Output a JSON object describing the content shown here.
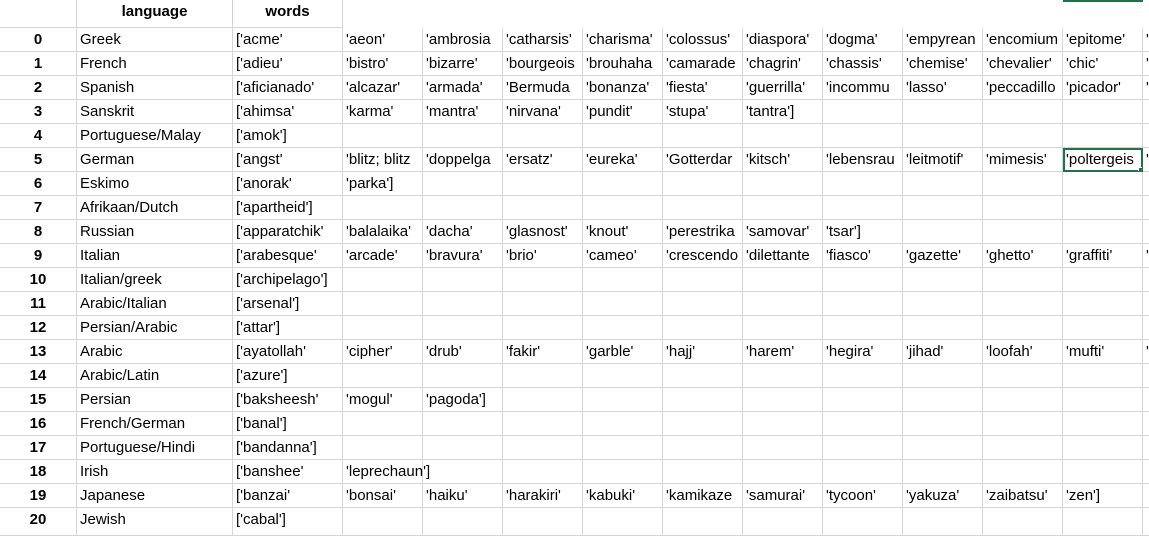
{
  "sheet": {
    "headers": [
      "",
      "language",
      "words"
    ],
    "rows": [
      {
        "n": "0",
        "lang": "Greek",
        "w": [
          "['acme'",
          "'aeon'",
          "'ambrosia",
          "'catharsis'",
          "'charisma'",
          "'colossus'",
          "'diaspora'",
          "'dogma'",
          "'empyrean",
          "'encomium",
          "'epitome'",
          "'"
        ]
      },
      {
        "n": "1",
        "lang": "French",
        "w": [
          "['adieu'",
          "'bistro'",
          "'bizarre'",
          "'bourgeois",
          "'brouhaha",
          "'camarade",
          "'chagrin'",
          "'chassis'",
          "'chemise'",
          "'chevalier'",
          "'chic'",
          "'"
        ]
      },
      {
        "n": "2",
        "lang": "Spanish",
        "w": [
          "['aficianado'",
          "'alcazar'",
          "'armada'",
          "'Bermuda",
          "'bonanza'",
          "'fiesta'",
          "'guerrilla'",
          "'incommu",
          "'lasso'",
          "'peccadillo",
          "'picador'",
          "'"
        ]
      },
      {
        "n": "3",
        "lang": "Sanskrit",
        "w": [
          "['ahimsa'",
          "'karma'",
          "'mantra'",
          "'nirvana'",
          "'pundit'",
          "'stupa'",
          "'tantra']",
          "",
          "",
          "",
          "",
          ""
        ]
      },
      {
        "n": "4",
        "lang": "Portuguese/Malay",
        "w": [
          "['amok']",
          "",
          "",
          "",
          "",
          "",
          "",
          "",
          "",
          "",
          "",
          ""
        ]
      },
      {
        "n": "5",
        "lang": "German",
        "w": [
          "['angst'",
          "'blitz; blitz",
          "'doppelga",
          "'ersatz'",
          "'eureka'",
          "'Gotterdar",
          "'kitsch'",
          "'lebensrau",
          "'leitmotif'",
          "'mimesis'",
          "'poltergeis",
          "'"
        ]
      },
      {
        "n": "6",
        "lang": "Eskimo",
        "w": [
          "['anorak'",
          "'parka']",
          "",
          "",
          "",
          "",
          "",
          "",
          "",
          "",
          "",
          ""
        ]
      },
      {
        "n": "7",
        "lang": "Afrikaan/Dutch",
        "w": [
          "['apartheid']",
          "",
          "",
          "",
          "",
          "",
          "",
          "",
          "",
          "",
          "",
          ""
        ]
      },
      {
        "n": "8",
        "lang": "Russian",
        "w": [
          "['apparatchik'",
          "'balalaika'",
          "'dacha'",
          "'glasnost'",
          "'knout'",
          "'perestrika",
          "'samovar'",
          "'tsar']",
          "",
          "",
          "",
          ""
        ]
      },
      {
        "n": "9",
        "lang": "Italian",
        "w": [
          "['arabesque'",
          "'arcade'",
          "'bravura'",
          "'brio'",
          "'cameo'",
          "'crescendo",
          "'dilettante",
          "'fiasco'",
          "'gazette'",
          "'ghetto'",
          "'graffiti'",
          "'"
        ]
      },
      {
        "n": "10",
        "lang": "Italian/greek",
        "w": [
          "['archipelago']",
          "",
          "",
          "",
          "",
          "",
          "",
          "",
          "",
          "",
          "",
          ""
        ]
      },
      {
        "n": "11",
        "lang": "Arabic/Italian",
        "w": [
          "['arsenal']",
          "",
          "",
          "",
          "",
          "",
          "",
          "",
          "",
          "",
          "",
          ""
        ]
      },
      {
        "n": "12",
        "lang": "Persian/Arabic",
        "w": [
          "['attar']",
          "",
          "",
          "",
          "",
          "",
          "",
          "",
          "",
          "",
          "",
          ""
        ]
      },
      {
        "n": "13",
        "lang": "Arabic",
        "w": [
          "['ayatollah'",
          "'cipher'",
          "'drub'",
          "'fakir'",
          "'garble'",
          "'hajj'",
          "'harem'",
          "'hegira'",
          "'jihad'",
          "'loofah'",
          "'mufti'",
          "'"
        ]
      },
      {
        "n": "14",
        "lang": "Arabic/Latin",
        "w": [
          "['azure']",
          "",
          "",
          "",
          "",
          "",
          "",
          "",
          "",
          "",
          "",
          ""
        ]
      },
      {
        "n": "15",
        "lang": "Persian",
        "w": [
          "['baksheesh'",
          "'mogul'",
          "'pagoda']",
          "",
          "",
          "",
          "",
          "",
          "",
          "",
          "",
          ""
        ]
      },
      {
        "n": "16",
        "lang": "French/German",
        "w": [
          "['banal']",
          "",
          "",
          "",
          "",
          "",
          "",
          "",
          "",
          "",
          "",
          ""
        ]
      },
      {
        "n": "17",
        "lang": "Portuguese/Hindi",
        "w": [
          "['bandanna']",
          "",
          "",
          "",
          "",
          "",
          "",
          "",
          "",
          "",
          "",
          ""
        ]
      },
      {
        "n": "18",
        "lang": "Irish",
        "w": [
          "['banshee'",
          "'leprechaun']",
          "",
          "",
          "",
          "",
          "",
          "",
          "",
          "",
          "",
          ""
        ]
      },
      {
        "n": "19",
        "lang": "Japanese",
        "w": [
          "['banzai'",
          "'bonsai'",
          "'haiku'",
          "'harakiri'",
          "'kabuki'",
          "'kamikaze",
          "'samurai'",
          "'tycoon'",
          "'yakuza'",
          "'zaibatsu'",
          "'zen']",
          ""
        ]
      },
      {
        "n": "20",
        "lang": "Jewish",
        "w": [
          "['cabal']",
          "",
          "",
          "",
          "",
          "",
          "",
          "",
          "",
          "",
          "",
          ""
        ]
      }
    ],
    "selected": {
      "row": 5,
      "col": 11
    }
  }
}
